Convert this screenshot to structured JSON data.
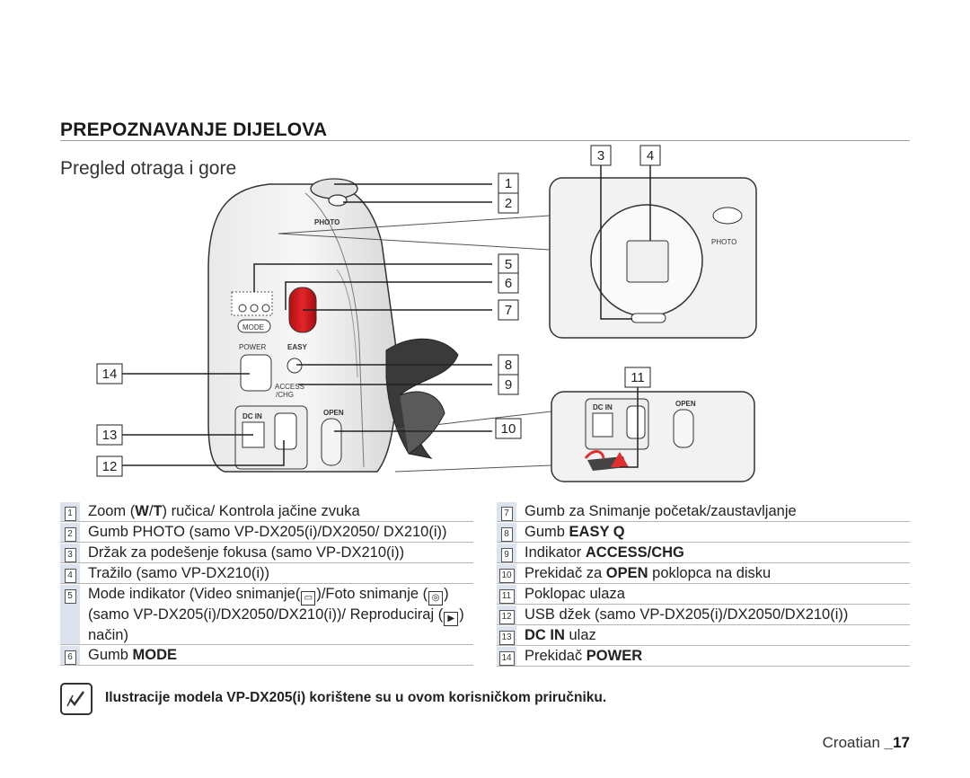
{
  "section_title": "PREPOZNAVANJE DIJELOVA",
  "subtitle": "Pregled otraga i gore",
  "figure": {
    "callouts": [
      "1",
      "2",
      "3",
      "4",
      "5",
      "6",
      "7",
      "8",
      "9",
      "10",
      "11",
      "12",
      "13",
      "14"
    ],
    "camera_labels": {
      "photo": "PHOTO",
      "mode": "MODE",
      "power": "POWER",
      "easy": "EASY",
      "access": "ACCESS",
      "chg": "/CHG",
      "dcin": "DC IN",
      "open": "OPEN"
    }
  },
  "parts_left": [
    {
      "num": "1",
      "segments": [
        {
          "t": "Zoom ("
        },
        {
          "t": "W",
          "b": true
        },
        {
          "t": "/"
        },
        {
          "t": "T",
          "b": true
        },
        {
          "t": ") ručica/ Kontrola jačine zvuka"
        }
      ]
    },
    {
      "num": "2",
      "segments": [
        {
          "t": "Gumb "
        },
        {
          "t": "PHOTO",
          "b": false
        },
        {
          "t": " (samo VP-DX205(i)/DX2050/ DX210(i))"
        }
      ]
    },
    {
      "num": "3",
      "segments": [
        {
          "t": "Držak za podešenje fokusa (samo VP-DX210(i))"
        }
      ]
    },
    {
      "num": "4",
      "segments": [
        {
          "t": "Tražilo (samo VP-DX210(i))"
        }
      ]
    },
    {
      "num": "5",
      "segments": [
        {
          "t": "Mode indikator (Video snimanje("
        },
        {
          "icon": "video"
        },
        {
          "t": ")/Foto snimanje ("
        },
        {
          "icon": "photo"
        },
        {
          "t": ") (samo VP-DX205(i)/DX2050/DX210(i))/ Reproduciraj ("
        },
        {
          "icon": "play"
        },
        {
          "t": ") način)"
        }
      ]
    },
    {
      "num": "6",
      "segments": [
        {
          "t": "Gumb "
        },
        {
          "t": "MODE",
          "b": true
        }
      ]
    }
  ],
  "parts_right": [
    {
      "num": "7",
      "segments": [
        {
          "t": "Gumb za Snimanje početak/zaustavljanje"
        }
      ]
    },
    {
      "num": "8",
      "segments": [
        {
          "t": "Gumb "
        },
        {
          "t": "EASY Q",
          "b": true
        }
      ]
    },
    {
      "num": "9",
      "segments": [
        {
          "t": "Indikator "
        },
        {
          "t": "ACCESS/CHG",
          "b": true
        }
      ]
    },
    {
      "num": "10",
      "segments": [
        {
          "t": "Prekidač za "
        },
        {
          "t": "OPEN",
          "b": true
        },
        {
          "t": " poklopca na disku"
        }
      ]
    },
    {
      "num": "11",
      "segments": [
        {
          "t": "Poklopac ulaza"
        }
      ]
    },
    {
      "num": "12",
      "segments": [
        {
          "t": "USB džek (samo VP-DX205(i)/DX2050/DX210(i))"
        }
      ]
    },
    {
      "num": "13",
      "segments": [
        {
          "t": "DC IN",
          "b": true
        },
        {
          "t": " ulaz"
        }
      ]
    },
    {
      "num": "14",
      "segments": [
        {
          "t": "Prekidač "
        },
        {
          "t": "POWER",
          "b": true
        }
      ]
    }
  ],
  "note": {
    "icon": "note-icon",
    "segments": [
      {
        "t": "Ilustracije modela "
      },
      {
        "t": "VP-DX205(i)"
      },
      {
        "t": " korištene su u ovom korisničkom priručniku."
      }
    ]
  },
  "footer": {
    "language": "Croatian ",
    "page": "_17"
  }
}
